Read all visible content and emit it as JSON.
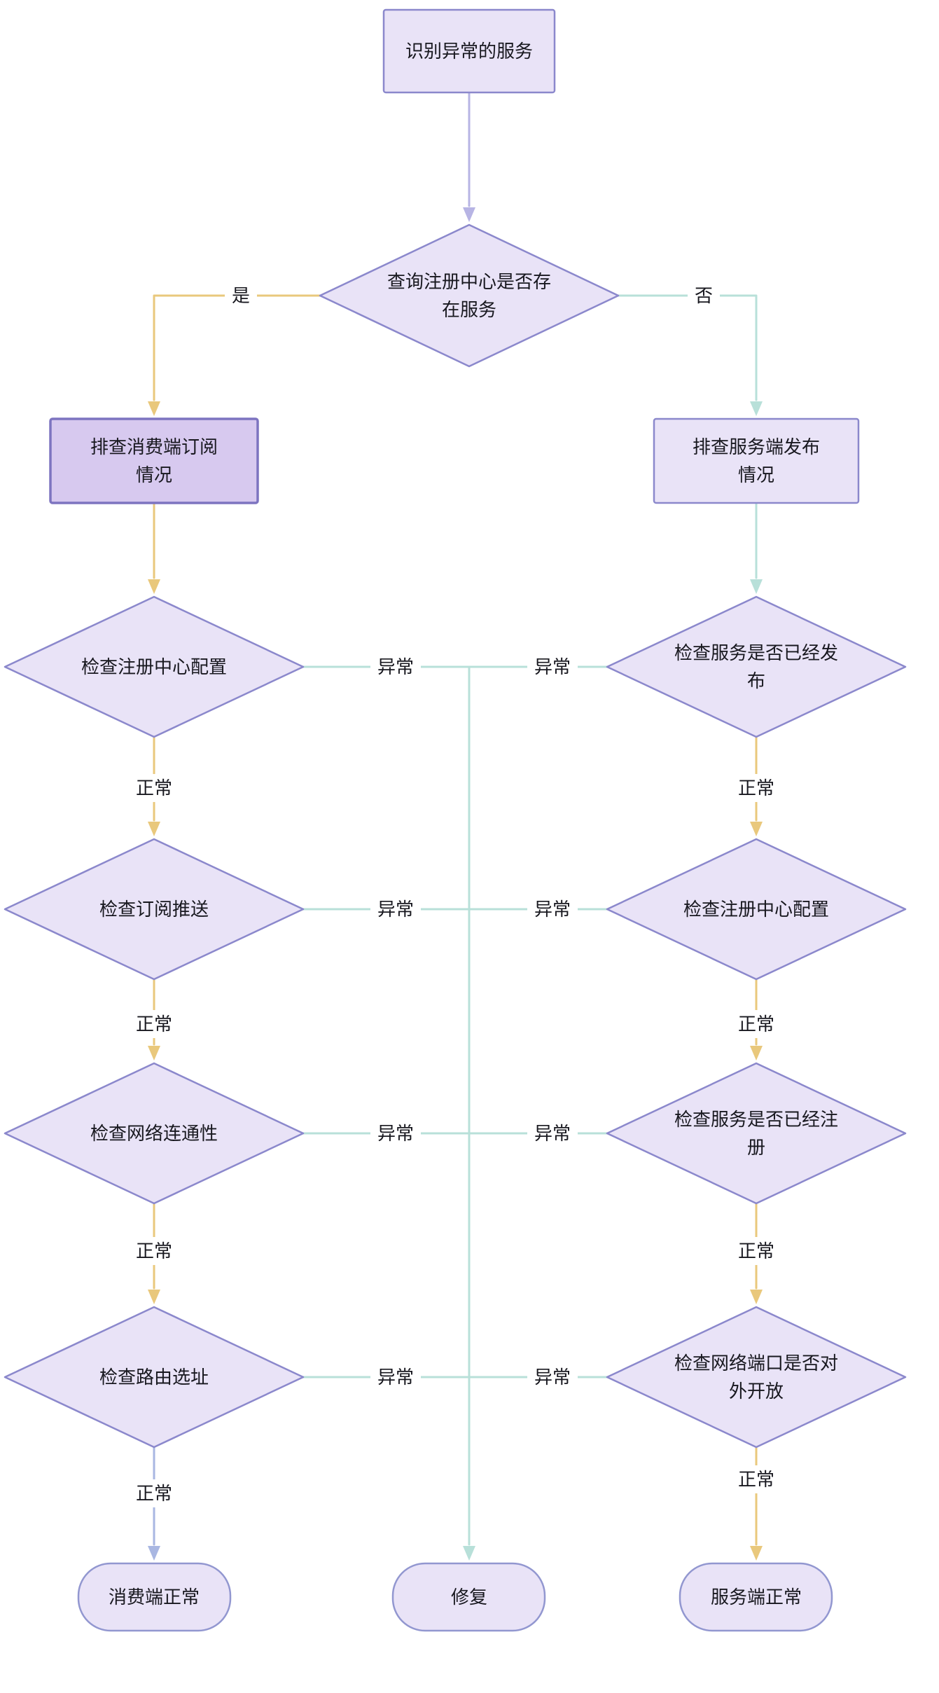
{
  "colors": {
    "background": "#ffffff",
    "node_fill": "#e9e3f7",
    "node_fill_emphasis": "#d7c9ef",
    "node_border": "#8b88cc",
    "node_border_emphasis": "#7d74c0",
    "terminal_border": "#9297d0",
    "arrow_purple": "#b7b4e4",
    "arrow_yellow": "#e9c87c",
    "arrow_teal": "#b8e0d9",
    "arrow_blue": "#a9b7e2",
    "text": "#18181f"
  },
  "nodes": {
    "start": {
      "label": "识别异常的服务"
    },
    "check_registry": {
      "label": "查询注册中心是否存\n在服务"
    },
    "consumer_branch": {
      "label": "排查消费端订阅\n情况"
    },
    "provider_branch": {
      "label": "排查服务端发布\n情况"
    },
    "consumer_step_1": {
      "label": "检查注册中心配置"
    },
    "consumer_step_2": {
      "label": "检查订阅推送"
    },
    "consumer_step_3": {
      "label": "检查网络连通性"
    },
    "consumer_step_4": {
      "label": "检查路由选址"
    },
    "provider_step_1": {
      "label": "检查服务是否已经发\n布"
    },
    "provider_step_2": {
      "label": "检查注册中心配置"
    },
    "provider_step_3": {
      "label": "检查服务是否已经注\n册"
    },
    "provider_step_4": {
      "label": "检查网络端口是否对\n外开放"
    },
    "consumer_ok": {
      "label": "消费端正常"
    },
    "fix": {
      "label": "修复"
    },
    "provider_ok": {
      "label": "服务端正常"
    }
  },
  "edge_labels": {
    "yes": "是",
    "no": "否",
    "normal": "正常",
    "abnormal": "异常"
  }
}
